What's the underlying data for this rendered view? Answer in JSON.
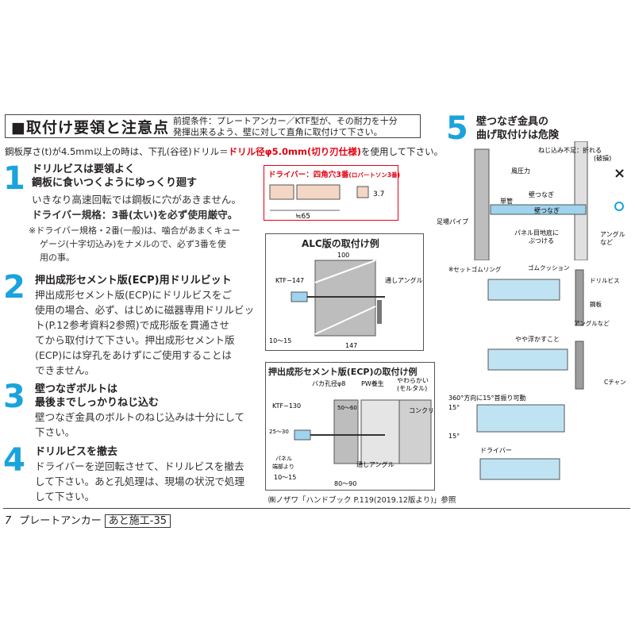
{
  "header": {
    "title": "■取付け要領と注意点",
    "premise_line1": "前提条件：プレートアンカー／KTF型が、その耐力を十分",
    "premise_line2": "発揮出来るよう、壁に対して直角に取付けて下さい。"
  },
  "intro": {
    "before": "鋼板厚さ(t)が4.5mm以上の時は、下孔(谷径)ドリル＝",
    "highlight": "ドリル径φ5.0mm(切り刃仕様)",
    "after": "を使用して下さい。"
  },
  "steps": [
    {
      "number": "1",
      "title1": "ドリルビスは要領よく",
      "title2": "鋼板に食いつくようにゆっくり廻す",
      "body1": "いきなり高速回転では鋼板に穴があきません。",
      "red": "ドライバー規格：3番(太い)を必ず使用厳守。",
      "note1": "※ドライバー規格・2番(一般)は、噛合があまくキュー",
      "note2": "ゲージ(十字切込み)をナメルので、必ず3番を使",
      "note3": "用の事。"
    },
    {
      "number": "2",
      "title1": "押出成形セメント版(ECP)用ドリルビット",
      "lines": [
        "押出成形セメント版(ECP)にドリルビスをご",
        "使用の場合、必ず、はじめに磁器専用ドリルビッ",
        "ト(P.12参考資料2参照)で成形版を貫通させ",
        "てから取付けて下さい。押出成形セメント版",
        "(ECP)には穿孔をあけずにご使用することは",
        "できません。"
      ]
    },
    {
      "number": "3",
      "title1": "壁つなぎボルトは",
      "title2": "最後までしっかりねじ込む",
      "lines": [
        "壁つなぎ金具のボルトのねじ込みは十分にして",
        "下さい。"
      ]
    },
    {
      "number": "4",
      "title1": "ドリルビスを撤去",
      "lines": [
        "ドライバーを逆回転させて、ドリルビスを撤去",
        "して下さい。あと孔処理は、現場の状況で処理",
        "して下さい。"
      ]
    }
  ],
  "driver": {
    "label": "ドライバー：四角穴3番",
    "sub": "(ロバートソン3番)",
    "dim_len": "≒65",
    "dim_w": "3.7"
  },
  "alc": {
    "title": "ALC版の取付け例",
    "model": "KTF−147",
    "dim_top": "100",
    "angle": "通しアングル",
    "dim_gap": "10〜15",
    "dim_len": "147"
  },
  "ecp": {
    "title": "押出成形セメント版(ECP)の取付け例",
    "hole": "バカ孔径φ8",
    "pw": "PW養生",
    "mortar1": "やわらかい",
    "mortar2": "(モルタル)",
    "model": "KTF−130",
    "dim1": "50〜60",
    "concrete": "コンクリート",
    "dim_v1": "25〜30",
    "panel1": "パネル",
    "panel2": "端部より",
    "dim_gap": "10〜15",
    "angle": "通しアングル",
    "dim_bottom": "80〜90",
    "ref": "㈱ノザワ「ハンドブック P.119(2019.12版より)」参照"
  },
  "step5": {
    "number": "5",
    "title1": "壁つなぎ金具の",
    "title2": "曲げ取付けは危険",
    "note_top1": "ねじ込み不足：折れる",
    "note_top2": "(破損)",
    "pressure": "風圧力",
    "wall_tie": "壁つなぎ",
    "clamp": "単管",
    "scaffold": "足場パイプ",
    "panel_note1": "パネル目地底に",
    "panel_note2": "ぶつける",
    "angle1": "アングル",
    "angle2": "など",
    "set_ring": "※セットゴムリング",
    "cushion": "ゴムクッション",
    "drill_screw": "ドリルビス",
    "steel_plate": "鋼板",
    "angle_etc": "アングルなど",
    "float_note": "やや浮かすこと",
    "c_channel": "Cチャン",
    "rotate_note": "360°方向に15°首振り可動",
    "deg_top": "15°",
    "deg_bottom": "15°",
    "driver": "ドライバー"
  },
  "footer": {
    "page": "7",
    "product": "プレートアンカー",
    "badge": "あと施工-35"
  },
  "colors": {
    "accent": "#1aa3dc",
    "red": "#e60012",
    "light_blue": "#bfe3f3"
  }
}
